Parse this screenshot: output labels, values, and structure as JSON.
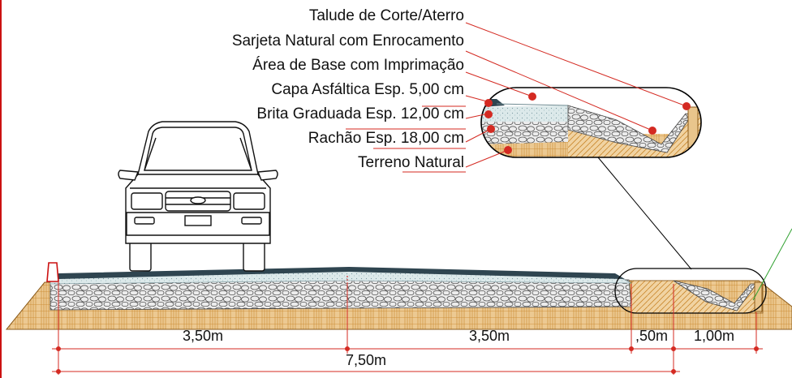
{
  "layer_labels": {
    "talude": "Talude de Corte/Aterro",
    "sarjeta": "Sarjeta Natural com Enrocamento",
    "area_base": "Área de Base com Imprimação",
    "capa": "Capa Asfáltica Esp. 5,00 cm",
    "brita": "Brita Graduada Esp. 12,00 cm",
    "rachao": "Rachão Esp. 18,00 cm",
    "terreno": "Terreno Natural"
  },
  "dimensions": {
    "lane_left": "3,50m",
    "lane_right": "3,50m",
    "shoulder": ",50m",
    "gutter": "1,00m",
    "total": "7,50m"
  },
  "colors": {
    "asphalt": "#2f4550",
    "gravel": "#d8e6e8",
    "rockfill": "#c9c9c9",
    "soil": "#e9c58c",
    "soil_hatch": "#c8862a",
    "marker": "#d42a22",
    "leader": "#d42a22",
    "frame": "#cc1111",
    "zoom_line": "#000000",
    "green_line": "#2ea02e"
  }
}
